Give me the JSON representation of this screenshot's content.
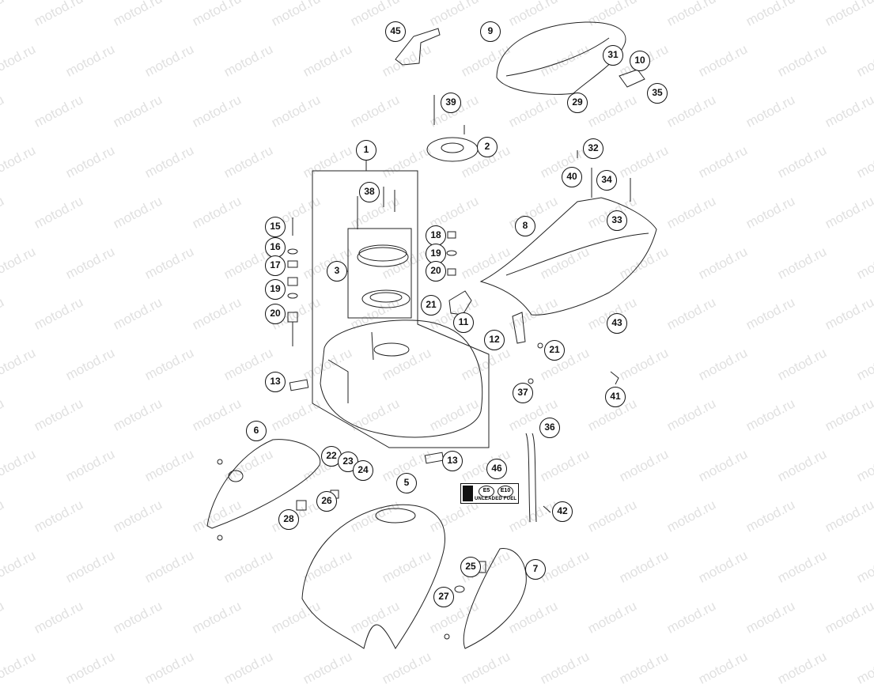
{
  "watermark": "motod.ru",
  "callouts": [
    {
      "id": "c45",
      "label": "45"
    },
    {
      "id": "c9",
      "label": "9"
    },
    {
      "id": "c31",
      "label": "31"
    },
    {
      "id": "c10",
      "label": "10"
    },
    {
      "id": "c39",
      "label": "39"
    },
    {
      "id": "c29",
      "label": "29"
    },
    {
      "id": "c35",
      "label": "35"
    },
    {
      "id": "c1",
      "label": "1"
    },
    {
      "id": "c2",
      "label": "2"
    },
    {
      "id": "c32",
      "label": "32"
    },
    {
      "id": "c38",
      "label": "38"
    },
    {
      "id": "c40",
      "label": "40"
    },
    {
      "id": "c34",
      "label": "34"
    },
    {
      "id": "c15",
      "label": "15"
    },
    {
      "id": "c33",
      "label": "33"
    },
    {
      "id": "c8",
      "label": "8"
    },
    {
      "id": "c18",
      "label": "18"
    },
    {
      "id": "c16",
      "label": "16"
    },
    {
      "id": "c19a",
      "label": "19"
    },
    {
      "id": "c17",
      "label": "17"
    },
    {
      "id": "c3",
      "label": "3"
    },
    {
      "id": "c20a",
      "label": "20"
    },
    {
      "id": "c19b",
      "label": "19"
    },
    {
      "id": "c21a",
      "label": "21"
    },
    {
      "id": "c20b",
      "label": "20"
    },
    {
      "id": "c11",
      "label": "11"
    },
    {
      "id": "c43",
      "label": "43"
    },
    {
      "id": "c12",
      "label": "12"
    },
    {
      "id": "c21b",
      "label": "21"
    },
    {
      "id": "c13a",
      "label": "13"
    },
    {
      "id": "c37",
      "label": "37"
    },
    {
      "id": "c41",
      "label": "41"
    },
    {
      "id": "c6",
      "label": "6"
    },
    {
      "id": "c36",
      "label": "36"
    },
    {
      "id": "c22",
      "label": "22"
    },
    {
      "id": "c23",
      "label": "23"
    },
    {
      "id": "c13b",
      "label": "13"
    },
    {
      "id": "c24",
      "label": "24"
    },
    {
      "id": "c46",
      "label": "46"
    },
    {
      "id": "c5",
      "label": "5"
    },
    {
      "id": "c26",
      "label": "26"
    },
    {
      "id": "c42",
      "label": "42"
    },
    {
      "id": "c28",
      "label": "28"
    },
    {
      "id": "c7",
      "label": "7"
    },
    {
      "id": "c25",
      "label": "25"
    },
    {
      "id": "c27",
      "label": "27"
    }
  ],
  "fuel_label": {
    "badge_1": "E5",
    "badge_2": "E10",
    "text": "UNLEADED FUEL"
  }
}
